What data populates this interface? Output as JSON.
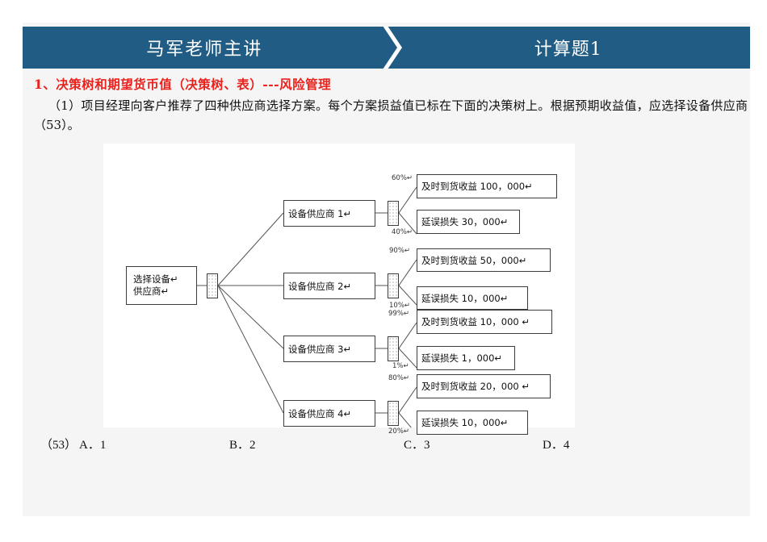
{
  "header": {
    "left_title": "马军老师主讲",
    "right_title": "计算题1",
    "chevron_icon": "chevron-right-icon",
    "band_color": "#215c84"
  },
  "heading": {
    "text": "1、决策树和期望货币值（决策树、表）---风险管理",
    "color": "#e8231e"
  },
  "paragraph": {
    "text": "（1）项目经理向客户推荐了四种供应商选择方案。每个方案损益值已标在下面的决策树上。根据预期收益值，应选择设备供应商（53）。"
  },
  "diagram": {
    "root": {
      "line1": "选择设备↵",
      "line2": "供应商↵"
    },
    "decision_node_icon": "decision-node-icon",
    "branches": [
      {
        "label": "设备供应商 1↵",
        "chance_node_icon": "chance-node-icon",
        "outcomes": [
          {
            "prob": "60%↵",
            "text": "及时到货收益 100，000↵"
          },
          {
            "prob": "40%↵",
            "text": "延误损失 30，000↵"
          }
        ]
      },
      {
        "label": "设备供应商 2↵",
        "chance_node_icon": "chance-node-icon",
        "outcomes": [
          {
            "prob": "90%↵",
            "text": "及时到货收益 50，000↵"
          },
          {
            "prob": "10%↵",
            "text": "延误损失 10，000↵"
          }
        ]
      },
      {
        "label": "设备供应商 3↵",
        "chance_node_icon": "chance-node-icon",
        "outcomes": [
          {
            "prob": "99%↵",
            "text": "及时到货收益 10，000 ↵"
          },
          {
            "prob": "1%↵",
            "text": "延误损失 1，000↵"
          }
        ]
      },
      {
        "label": "设备供应商 4↵",
        "chance_node_icon": "chance-node-icon",
        "outcomes": [
          {
            "prob": "80%↵",
            "text": "及时到货收益 20，000 ↵"
          },
          {
            "prob": "20%↵",
            "text": "延误损失 10，000↵"
          }
        ]
      }
    ]
  },
  "answers": {
    "number": "（53）",
    "options": [
      "A．1",
      "B．2",
      "C．3",
      "D．4"
    ]
  }
}
